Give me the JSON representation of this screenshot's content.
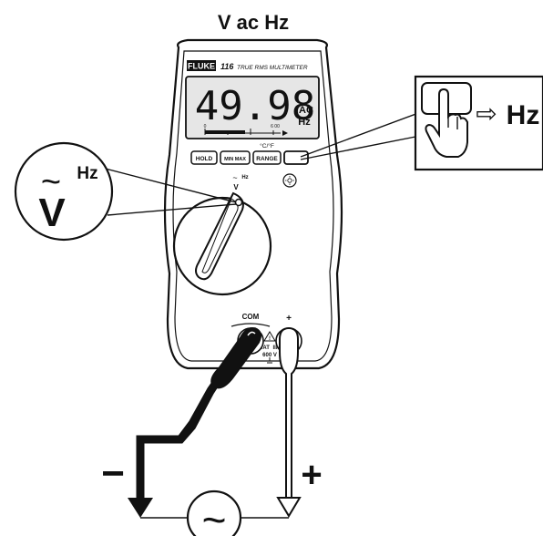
{
  "title": "V ac Hz",
  "meter": {
    "brand": "FLUKE",
    "model": "116",
    "subtitle": "TRUE RMS MULTIMETER",
    "display": {
      "reading": "49.98",
      "unit_top": "AC",
      "unit_bottom": "Hz",
      "bargraph_scale": [
        "0",
        "6 00"
      ]
    },
    "buttons": {
      "hold": "HOLD",
      "minmax": "MIN MAX",
      "range": "RANGE",
      "temp_label": "°C/°F"
    },
    "dial_mark": {
      "symbol": "~",
      "unit": "Hz",
      "letter": "V"
    },
    "terminals": {
      "com": "COM",
      "plus": "+",
      "rating_cat": "CAT",
      "rating_cat_roman": "III",
      "rating_voltage": "600 V"
    }
  },
  "callout_left": {
    "symbol": "~",
    "letter": "V",
    "unit": "Hz"
  },
  "callout_right": {
    "arrow": "⇨",
    "unit": "Hz"
  },
  "polarity": {
    "minus": "−",
    "plus": "+"
  },
  "source_symbol": "~",
  "colors": {
    "ink": "#111111",
    "lcd": "#e6e6e6",
    "body": "#ffffff"
  }
}
